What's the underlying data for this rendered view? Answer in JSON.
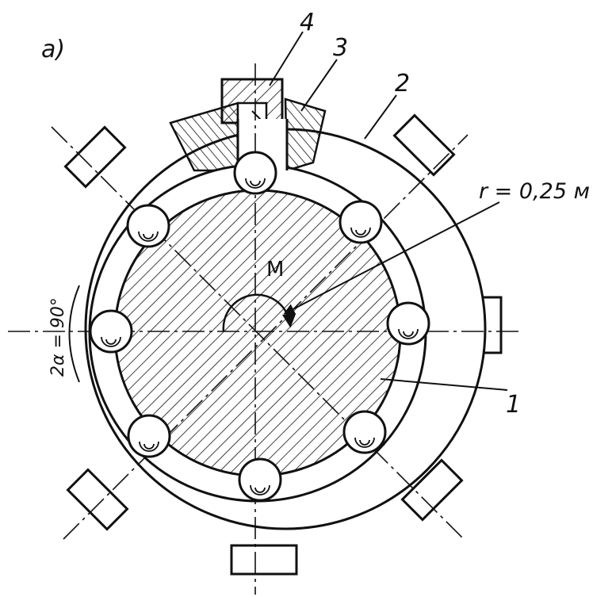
{
  "figure_label": "a)",
  "part_labels": [
    "1",
    "2",
    "3",
    "4"
  ],
  "radius_annotation": "r = 0,25 м",
  "moment_label": "M",
  "angle_annotation": "2α = 90°",
  "colors": {
    "ink": "#111111",
    "paper": "#ffffff"
  }
}
